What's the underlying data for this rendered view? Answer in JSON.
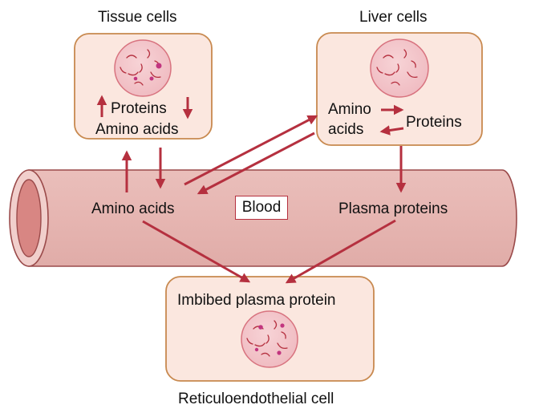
{
  "tissue": {
    "title": "Tissue cells",
    "proteins": "Proteins",
    "amino_acids": "Amino acids"
  },
  "liver": {
    "title": "Liver cells",
    "amino_line1": "Amino",
    "amino_line2": "acids",
    "proteins": "Proteins"
  },
  "blood": {
    "amino_acids": "Amino acids",
    "label": "Blood",
    "plasma_proteins": "Plasma proteins"
  },
  "re_cell": {
    "imbibed": "Imbibed plasma protein",
    "title": "Reticuloendothelial cell"
  },
  "colors": {
    "arrow": "#b5303f",
    "vessel": "#e7b7b3",
    "vessel_stroke": "#9a4a4a",
    "cell_fill": "#fbe7df",
    "cell_stroke": "#c8894f"
  }
}
